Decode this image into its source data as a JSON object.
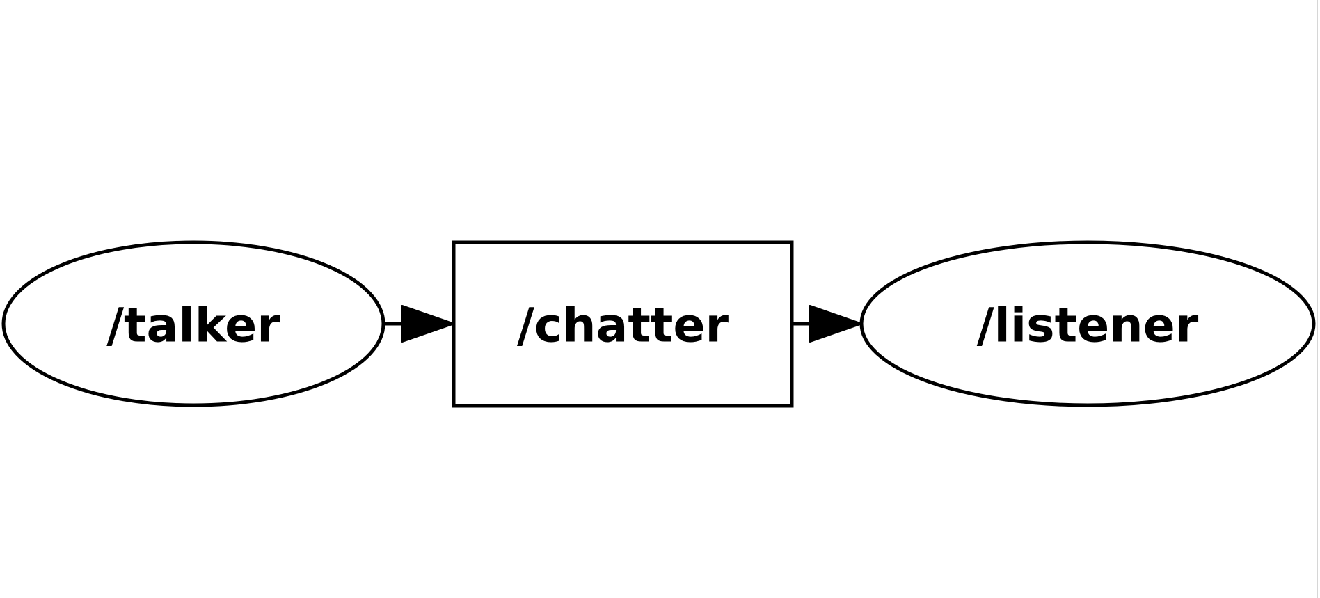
{
  "graph": {
    "nodes": [
      {
        "id": "talker",
        "label": "/talker",
        "shape": "ellipse",
        "kind": "node"
      },
      {
        "id": "chatter",
        "label": "/chatter",
        "shape": "box",
        "kind": "topic"
      },
      {
        "id": "listener",
        "label": "/listener",
        "shape": "ellipse",
        "kind": "node"
      }
    ],
    "edges": [
      {
        "from": "talker",
        "to": "chatter"
      },
      {
        "from": "chatter",
        "to": "listener"
      }
    ]
  },
  "colors": {
    "background": "#ffffff",
    "stroke": "#000000",
    "text": "#000000"
  }
}
